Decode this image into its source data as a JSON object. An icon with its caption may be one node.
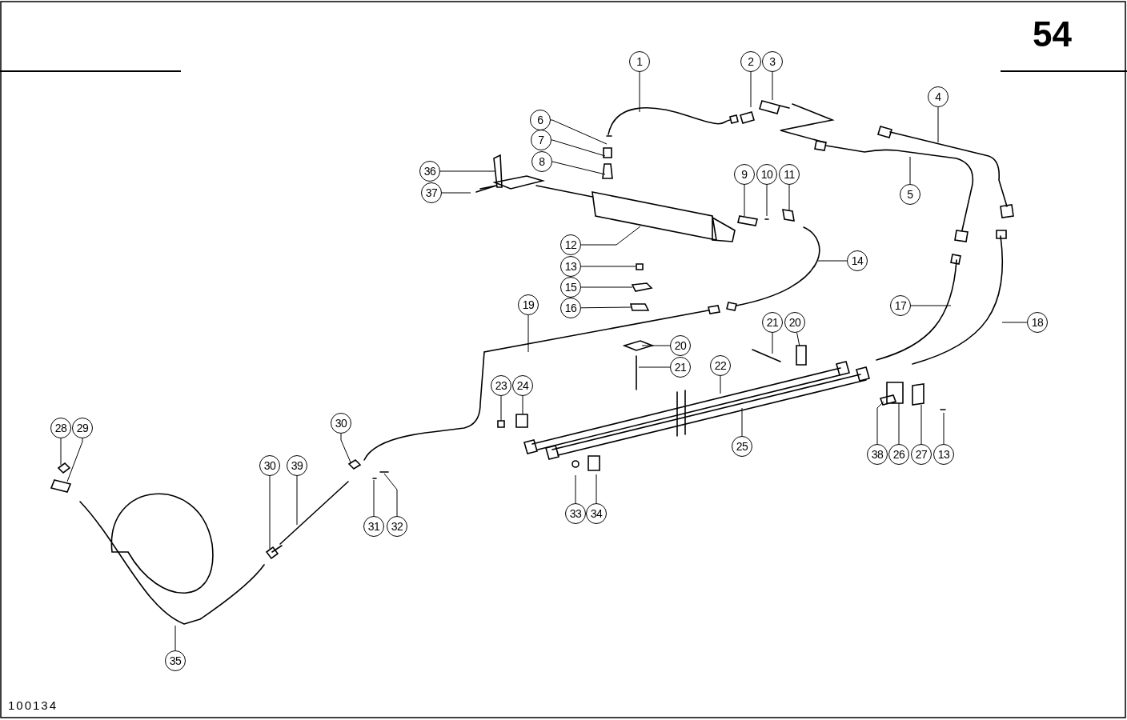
{
  "diagram": {
    "nodes": [
      {
        "text": [
          "1"
        ]
      },
      {
        "text": [
          "2"
        ]
      },
      {
        "text": [
          "3"
        ]
      },
      {
        "text": [
          "4"
        ]
      },
      {
        "text": [
          "6"
        ]
      },
      {
        "text": [
          "7"
        ]
      },
      {
        "text": [
          "8"
        ]
      },
      {
        "text": [
          "5"
        ]
      },
      {
        "text": [
          "36"
        ]
      },
      {
        "text": [
          "37"
        ]
      },
      {
        "text": [
          "9"
        ]
      },
      {
        "text": [
          "10"
        ]
      },
      {
        "text": [
          "11"
        ]
      },
      {
        "text": [
          "12"
        ]
      },
      {
        "text": [
          "14"
        ]
      },
      {
        "text": [
          "13"
        ]
      },
      {
        "text": [
          "15"
        ]
      },
      {
        "text": [
          "16"
        ]
      },
      {
        "text": [
          "17"
        ]
      },
      {
        "text": [
          "19"
        ]
      },
      {
        "text": [
          "18"
        ]
      },
      {
        "text": [
          "20"
        ]
      },
      {
        "text": [
          "21"
        ]
      },
      {
        "text": [
          "21"
        ]
      },
      {
        "text": [
          "20"
        ]
      },
      {
        "text": [
          "22"
        ]
      },
      {
        "text": [
          "23"
        ]
      },
      {
        "text": [
          "24"
        ]
      },
      {
        "text": [
          "25"
        ]
      },
      {
        "text": [
          "28"
        ]
      },
      {
        "text": [
          "29"
        ]
      },
      {
        "text": [
          "30"
        ]
      },
      {
        "text": [
          "30"
        ]
      },
      {
        "text": [
          "39"
        ]
      },
      {
        "text": [
          "31"
        ]
      },
      {
        "text": [
          "32"
        ]
      },
      {
        "text": [
          "33"
        ]
      },
      {
        "text": [
          "34"
        ]
      },
      {
        "text": [
          "35"
        ]
      },
      {
        "text": [
          "38"
        ]
      },
      {
        "text": [
          "26"
        ]
      },
      {
        "text": [
          "27"
        ]
      },
      {
        "text": [
          "13"
        ]
      }
    ],
    "edges": [
      {
        "from": 0,
        "to": null,
        "arrow": "none"
      },
      {
        "from": 1,
        "to": null,
        "arrow": "none"
      },
      {
        "from": 2,
        "to": null,
        "arrow": "none"
      },
      {
        "from": 3,
        "to": null,
        "arrow": "none"
      },
      {
        "from": 4,
        "to": null,
        "arrow": "none"
      },
      {
        "from": 5,
        "to": null,
        "arrow": "none"
      },
      {
        "from": 6,
        "to": null,
        "arrow": "none"
      },
      {
        "from": 7,
        "to": null,
        "arrow": "none"
      },
      {
        "from": 8,
        "to": null,
        "arrow": "none"
      },
      {
        "from": 9,
        "to": null,
        "arrow": "none"
      },
      {
        "from": 10,
        "to": null,
        "arrow": "none"
      },
      {
        "from": 11,
        "to": null,
        "arrow": "none"
      },
      {
        "from": 12,
        "to": null,
        "arrow": "none"
      },
      {
        "from": 13,
        "to": null,
        "arrow": "none"
      },
      {
        "from": 14,
        "to": null,
        "arrow": "none"
      },
      {
        "from": 15,
        "to": null,
        "arrow": "none"
      },
      {
        "from": 16,
        "to": null,
        "arrow": "none"
      },
      {
        "from": 17,
        "to": null,
        "arrow": "none"
      },
      {
        "from": 18,
        "to": null,
        "arrow": "none"
      },
      {
        "from": 19,
        "to": null,
        "arrow": "none"
      },
      {
        "from": 20,
        "to": null,
        "arrow": "none"
      },
      {
        "from": 21,
        "to": null,
        "arrow": "none"
      },
      {
        "from": 22,
        "to": null,
        "arrow": "none"
      },
      {
        "from": 23,
        "to": null,
        "arrow": "none"
      },
      {
        "from": 24,
        "to": null,
        "arrow": "none"
      },
      {
        "from": 25,
        "to": null,
        "arrow": "none"
      },
      {
        "from": 26,
        "to": null,
        "arrow": "none"
      },
      {
        "from": 27,
        "to": null,
        "arrow": "none"
      },
      {
        "from": 28,
        "to": null,
        "arrow": "none"
      },
      {
        "from": 29,
        "to": null,
        "arrow": "none"
      },
      {
        "from": 30,
        "to": null,
        "arrow": "none"
      },
      {
        "from": 31,
        "to": null,
        "arrow": "none"
      },
      {
        "from": 32,
        "to": null,
        "arrow": "none"
      },
      {
        "from": 33,
        "to": null,
        "arrow": "none"
      },
      {
        "from": 34,
        "to": null,
        "arrow": "none"
      },
      {
        "from": 35,
        "to": null,
        "arrow": "none"
      },
      {
        "from": 36,
        "to": null,
        "arrow": "none"
      },
      {
        "from": 37,
        "to": null,
        "arrow": "none"
      },
      {
        "from": 38,
        "to": null,
        "arrow": "none"
      },
      {
        "from": 39,
        "to": null,
        "arrow": "none"
      },
      {
        "from": 40,
        "to": null,
        "arrow": "none"
      },
      {
        "from": 41,
        "to": null,
        "arrow": "none"
      },
      {
        "from": 42,
        "to": null,
        "arrow": "none"
      }
    ],
    "labels": [
      "54",
      "100134"
    ]
  }
}
